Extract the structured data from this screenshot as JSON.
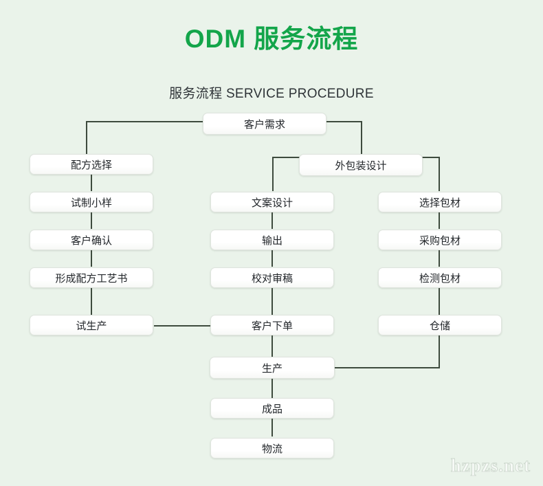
{
  "page": {
    "background_color": "#eaf3ea",
    "title": "ODM 服务流程",
    "title_color": "#13a54a",
    "subtitle": "服务流程 SERVICE PROCEDURE",
    "subtitle_color": "#2f3438",
    "watermark": "hzpzs.net"
  },
  "diagram": {
    "line_color": "#3d4a3d",
    "node_fill": "#ffffff",
    "node_border": "#dfe4de",
    "node_text_color": "#22262a",
    "nodes": {
      "root": "客户需求",
      "packaging_design": "外包装设计",
      "left": [
        "配方选择",
        "试制小样",
        "客户确认",
        "形成配方工艺书",
        "试生产"
      ],
      "middle": [
        "文案设计",
        "输出",
        "校对审稿",
        "客户下单"
      ],
      "right": [
        "选择包材",
        "采购包材",
        "检测包材",
        "仓储"
      ],
      "bottom": [
        "生产",
        "成品",
        "物流"
      ]
    }
  }
}
